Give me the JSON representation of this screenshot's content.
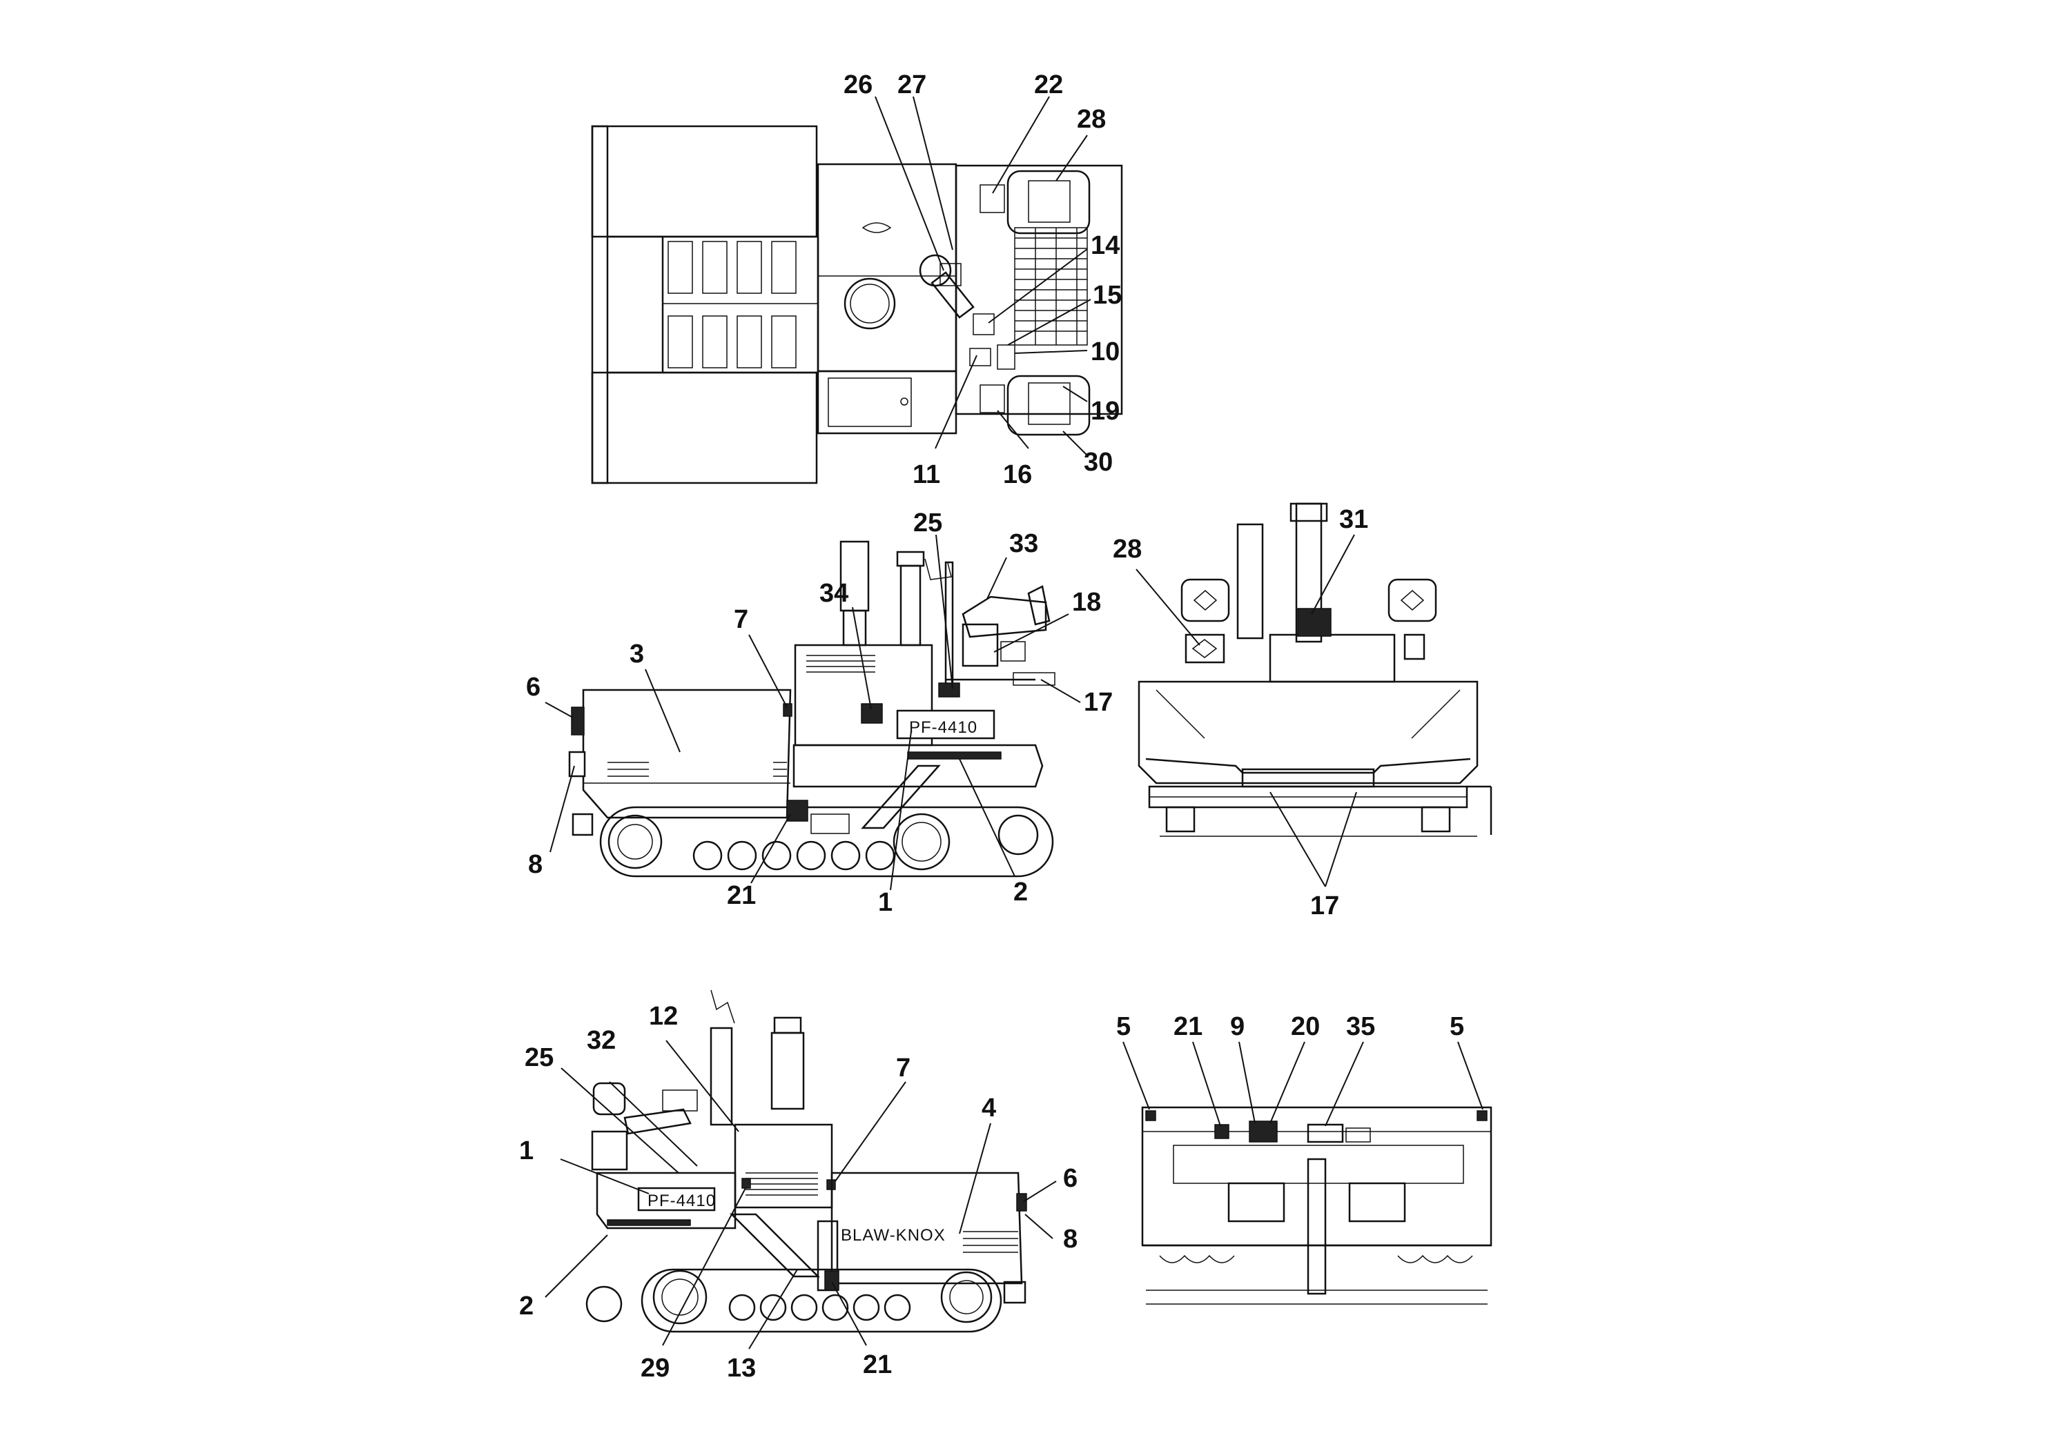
{
  "decals": {
    "model": "PF-4410",
    "brand": "BLAW-KNOX"
  },
  "views": [
    {
      "name": "top-view",
      "callouts": [
        "26",
        "27",
        "22",
        "28",
        "14",
        "15",
        "10",
        "19",
        "30",
        "16",
        "11"
      ]
    },
    {
      "name": "left-side-view",
      "callouts": [
        "25",
        "33",
        "18",
        "17",
        "34",
        "7",
        "3",
        "6",
        "8",
        "21",
        "1",
        "2"
      ]
    },
    {
      "name": "rear-view",
      "callouts": [
        "28",
        "31",
        "17"
      ]
    },
    {
      "name": "right-side-view",
      "callouts": [
        "32",
        "12",
        "25",
        "7",
        "4",
        "6",
        "8",
        "1",
        "2",
        "29",
        "13",
        "21"
      ]
    },
    {
      "name": "front-view",
      "callouts": [
        "5",
        "21",
        "9",
        "20",
        "35",
        "5"
      ]
    }
  ]
}
